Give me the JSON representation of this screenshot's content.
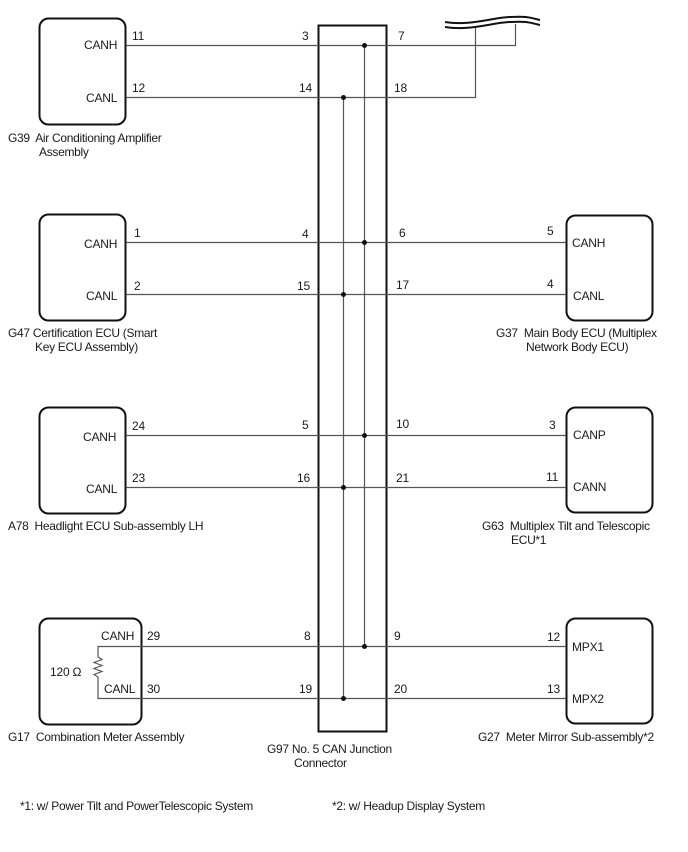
{
  "diagram": {
    "title": "CAN communication system wiring",
    "junction_connector": {
      "code": "G97",
      "name": "No. 5 CAN Junction",
      "name_line2": "Connector"
    },
    "left_modules": [
      {
        "code": "G39",
        "name": "Air Conditioning Amplifier",
        "name_line2": "Assembly",
        "pins": [
          {
            "signal": "CANH",
            "module_pin": "11",
            "jc_pin": "3"
          },
          {
            "signal": "CANL",
            "module_pin": "12",
            "jc_pin": "14"
          }
        ]
      },
      {
        "code": "G47",
        "name": "Certification ECU (Smart",
        "name_line2": "Key ECU Assembly)",
        "pins": [
          {
            "signal": "CANH",
            "module_pin": "1",
            "jc_pin": "4"
          },
          {
            "signal": "CANL",
            "module_pin": "2",
            "jc_pin": "15"
          }
        ]
      },
      {
        "code": "A78",
        "name": "Headlight ECU Sub-assembly LH",
        "name_line2": "",
        "pins": [
          {
            "signal": "CANH",
            "module_pin": "24",
            "jc_pin": "5"
          },
          {
            "signal": "CANL",
            "module_pin": "23",
            "jc_pin": "16"
          }
        ]
      },
      {
        "code": "G17",
        "name": "Combination Meter Assembly",
        "name_line2": "",
        "resistor": "120 Ω",
        "pins": [
          {
            "signal": "CANH",
            "module_pin": "29",
            "jc_pin": "8"
          },
          {
            "signal": "CANL",
            "module_pin": "30",
            "jc_pin": "19"
          }
        ]
      }
    ],
    "top_branch": {
      "jc_pins": [
        "7",
        "18"
      ],
      "symbol": "wire-break"
    },
    "right_modules": [
      {
        "code": "G37",
        "name": "Main Body ECU (Multiplex",
        "name_line2": "Network Body ECU)",
        "pins": [
          {
            "signal": "CANH",
            "module_pin": "5",
            "jc_pin": "6"
          },
          {
            "signal": "CANL",
            "module_pin": "4",
            "jc_pin": "17"
          }
        ]
      },
      {
        "code": "G63",
        "name": "Multiplex Tilt and Telescopic",
        "name_line2": "ECU*1",
        "pins": [
          {
            "signal": "CANP",
            "module_pin": "3",
            "jc_pin": "10"
          },
          {
            "signal": "CANN",
            "module_pin": "11",
            "jc_pin": "21"
          }
        ]
      },
      {
        "code": "G27",
        "name": "Meter Mirror Sub-assembly*2",
        "name_line2": "",
        "pins": [
          {
            "signal": "MPX1",
            "module_pin": "12",
            "jc_pin": "9"
          },
          {
            "signal": "MPX2",
            "module_pin": "13",
            "jc_pin": "20"
          }
        ]
      }
    ],
    "footnotes": [
      "*1: w/ Power Tilt and PowerTelescopic System",
      "*2: w/ Headup Display System"
    ],
    "colors": {
      "wire": "#555555",
      "outline": "#111111"
    }
  }
}
